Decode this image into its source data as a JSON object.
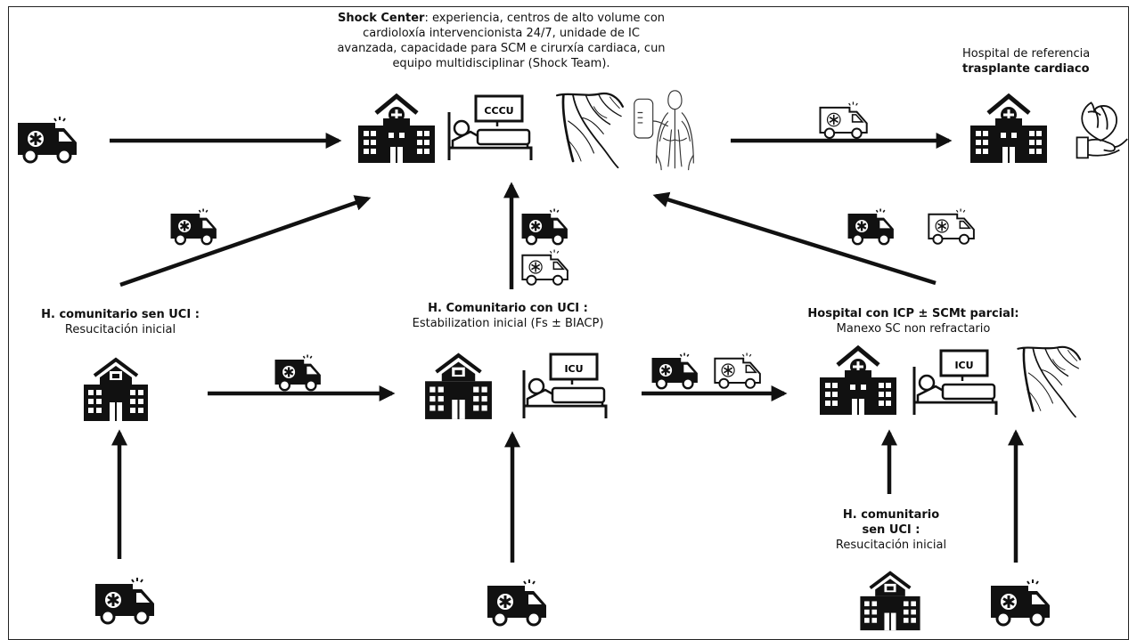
{
  "shock_center": {
    "title": "Shock Center",
    "description_lines": [
      ": experiencia, centros de alto volume con",
      "cardioloxía intervencionista 24/7, unidade de IC",
      "avanzada, capacidade para SCM e cirurxía cardiaca, cun",
      "equipo multidisciplinar (Shock Team)."
    ],
    "monitor_label": "CCCU"
  },
  "transplant_hospital": {
    "line1": "Hospital de referencia",
    "line2": "trasplante cardiaco"
  },
  "community_no_icu_left": {
    "title": "H. comunitario sen UCI :",
    "subtitle": "Resucitación inicial"
  },
  "community_with_icu": {
    "title": "H. Comunitario con UCI :",
    "subtitle": "Estabilization inicial (Fs ± BIACP)",
    "monitor_label": "ICU"
  },
  "pci_hospital": {
    "title": "Hospital con ICP ± SCMt parcial:",
    "subtitle": "Manexo SC non refractario",
    "monitor_label": "ICU"
  },
  "community_no_icu_right": {
    "title_line1": "H. comunitario",
    "title_line2": "sen UCI :",
    "subtitle": "Resucitación inicial"
  },
  "colors": {
    "stroke": "#111111",
    "background": "#ffffff"
  }
}
